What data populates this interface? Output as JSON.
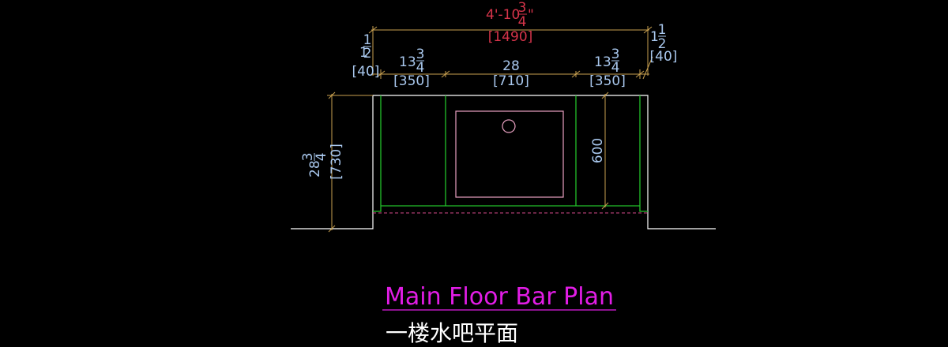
{
  "drawing": {
    "title": "Main Floor Bar Plan",
    "subtitle": "一楼水吧平面"
  },
  "dimensions": {
    "overall": {
      "whole": "4'-10",
      "num": "3",
      "den": "4",
      "suffix": "\"",
      "metric": "[1490]"
    },
    "left_end": {
      "whole": "1",
      "num": "1",
      "den": "2",
      "metric": "[40]"
    },
    "right_end": {
      "whole": "1",
      "num": "1",
      "den": "2",
      "metric": "[40]"
    },
    "left_cabinet": {
      "whole": "13",
      "num": "3",
      "den": "4",
      "metric": "[350]"
    },
    "sink_cabinet": {
      "whole": "28",
      "metric": "[710]"
    },
    "right_cabinet": {
      "whole": "13",
      "num": "3",
      "den": "4",
      "metric": "[350]"
    },
    "height": {
      "whole": "28",
      "num": "3",
      "den": "4",
      "metric": "[730]"
    },
    "depth": {
      "value": "600"
    }
  },
  "colors": {
    "background": "#000000",
    "outline": "#ffffff",
    "cabinet": "#22c02a",
    "sink": "#e8a0c0",
    "dim_line": "#c8a050",
    "dim_text": "#a9c8ee",
    "overall_text": "#d6344a",
    "title": "#e21de6"
  }
}
